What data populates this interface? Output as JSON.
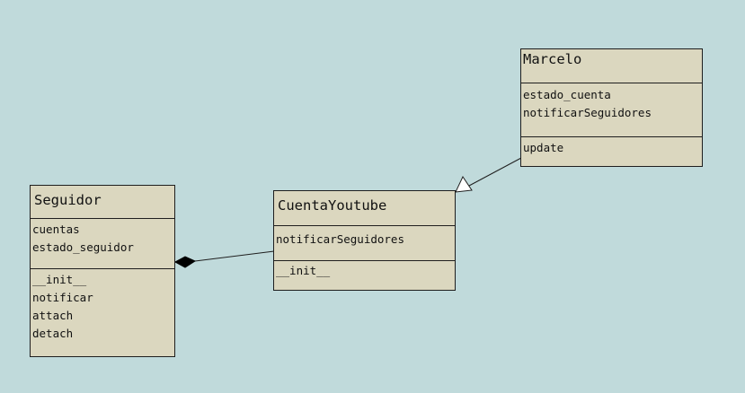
{
  "classes": {
    "marcelo": {
      "name": "Marcelo",
      "attributes": [
        "estado_cuenta",
        "notificarSeguidores"
      ],
      "methods": [
        "update"
      ]
    },
    "cuenta_youtube": {
      "name": "CuentaYoutube",
      "attributes": [
        "notificarSeguidores"
      ],
      "methods": [
        "__init__"
      ]
    },
    "seguidor": {
      "name": "Seguidor",
      "attributes": [
        "cuentas",
        "estado_seguidor"
      ],
      "methods": [
        "__init__",
        "notificar",
        "attach",
        "detach"
      ]
    }
  },
  "relations": [
    {
      "type": "generalization",
      "from": "Marcelo",
      "to": "CuentaYoutube"
    },
    {
      "type": "composition",
      "from": "CuentaYoutube",
      "to": "Seguidor"
    }
  ],
  "colors": {
    "background": "#c0dadb",
    "class_fill": "#dbd7bf",
    "line": "#1e1e1e"
  }
}
